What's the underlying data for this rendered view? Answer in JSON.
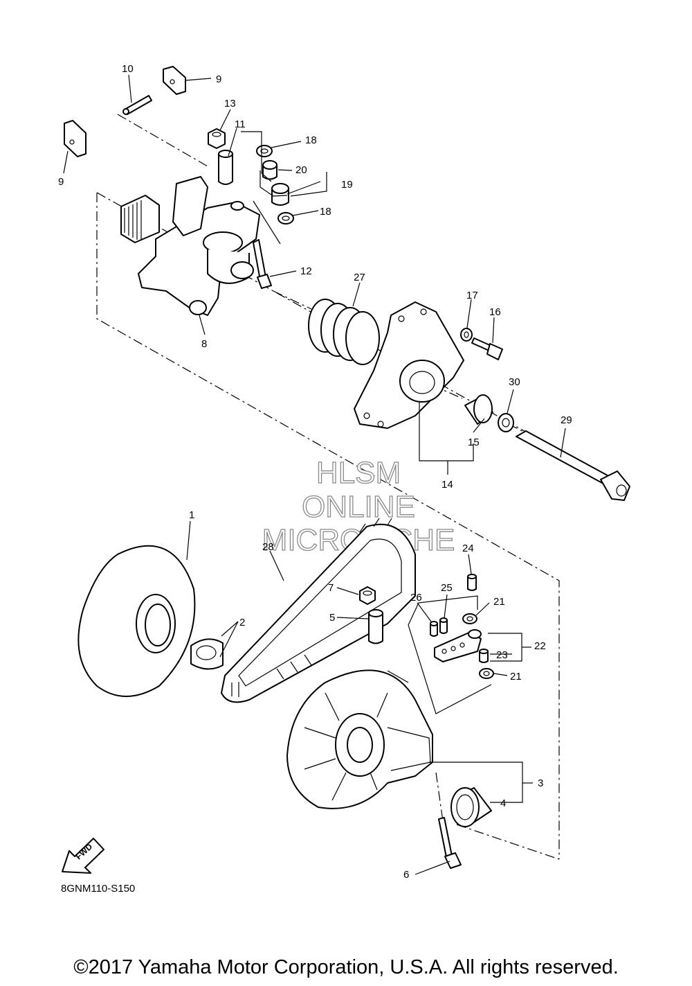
{
  "diagram_code": "8GNM110-S150",
  "copyright": "©2017 Yamaha Motor Corporation, U.S.A. All rights reserved.",
  "watermark": {
    "line1": "HLSM",
    "line2": "ONLINE",
    "line3": "MICROFICHE"
  },
  "fwd_badge": "FWD",
  "callouts": {
    "c1": "1",
    "c2": "2",
    "c3": "3",
    "c4": "4",
    "c5": "5",
    "c6": "6",
    "c7": "7",
    "c8": "8",
    "c9a": "9",
    "c9b": "9",
    "c10": "10",
    "c11": "11",
    "c12": "12",
    "c13": "13",
    "c14": "14",
    "c15": "15",
    "c16": "16",
    "c17": "17",
    "c18a": "18",
    "c18b": "18",
    "c19": "19",
    "c20": "20",
    "c21a": "21",
    "c21b": "21",
    "c22": "22",
    "c23": "23",
    "c24": "24",
    "c25": "25",
    "c26": "26",
    "c27": "27",
    "c28": "28",
    "c29": "29",
    "c30": "30"
  }
}
